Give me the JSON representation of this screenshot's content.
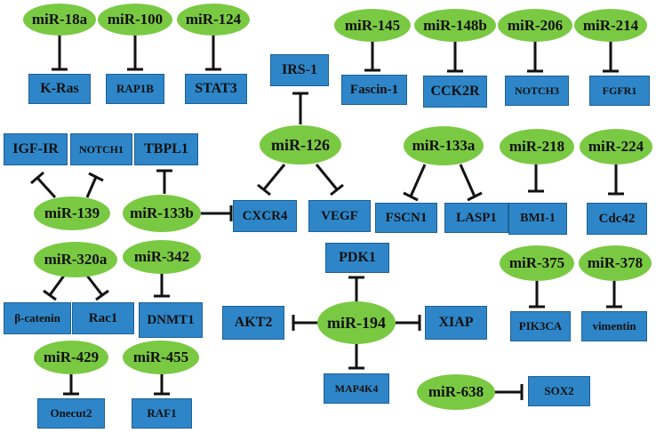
{
  "mirnas": {
    "m18a": "miR-18a",
    "m100": "miR-100",
    "m124": "miR-124",
    "m145": "miR-145",
    "m148b": "miR-148b",
    "m206": "miR-206",
    "m214": "miR-214",
    "m126": "miR-126",
    "m139": "miR-139",
    "m133b": "miR-133b",
    "m133a": "miR-133a",
    "m218": "miR-218",
    "m224": "miR-224",
    "m320a": "miR-320a",
    "m342": "miR-342",
    "m194": "miR-194",
    "m375": "miR-375",
    "m378": "miR-378",
    "m429": "miR-429",
    "m455": "miR-455",
    "m638": "miR-638"
  },
  "targets": {
    "kras": "K-Ras",
    "rap1b": "RAP1B",
    "stat3": "STAT3",
    "irs1": "IRS-1",
    "fascin1": "Fascin-1",
    "cck2r": "CCK2R",
    "notch3": "NOTCH3",
    "fgfr1": "FGFR1",
    "igf1r": "IGF-IR",
    "notch1": "NOTCH1",
    "tbpl1": "TBPL1",
    "cxcr4": "CXCR4",
    "vegf": "VEGF",
    "fscn1": "FSCN1",
    "lasp1": "LASP1",
    "bmi1": "BMI-1",
    "cdc42": "Cdc42",
    "pdk1": "PDK1",
    "bcatenin": "β-catenin",
    "rac1": "Rac1",
    "dnmt1": "DNMT1",
    "akt2": "AKT2",
    "xiap": "XIAP",
    "pik3ca": "PIK3CA",
    "vimentin": "vimentin",
    "map4k4": "MAP4K4",
    "onecut2": "Onecut2",
    "raf1": "RAF1",
    "sox2": "SOX2"
  },
  "colors": {
    "mirna": "#7ac943",
    "target": "#2e86c8",
    "line": "#111111"
  }
}
